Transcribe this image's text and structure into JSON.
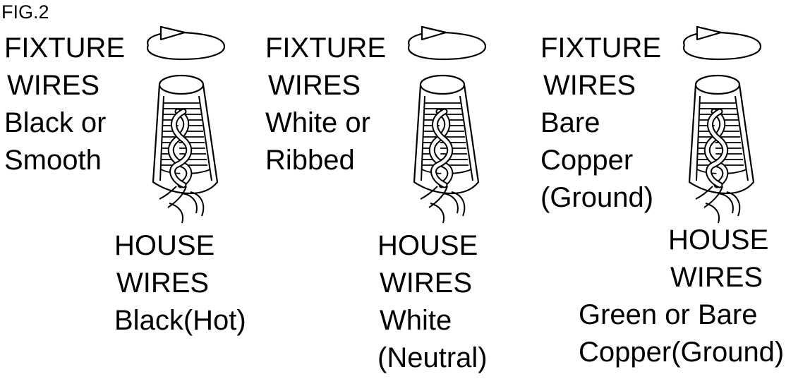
{
  "figure": {
    "title": "FIG.2",
    "panels": [
      {
        "fixture_lines": [
          "FIXTURE",
          "WIRES",
          "Black or",
          "Smooth"
        ],
        "house_lines": [
          "HOUSE",
          "WIRES",
          "Black(Hot)"
        ]
      },
      {
        "fixture_lines": [
          "FIXTURE",
          "WIRES",
          "White or",
          "Ribbed"
        ],
        "house_lines": [
          "HOUSE",
          "WIRES",
          "White",
          "(Neutral)"
        ]
      },
      {
        "fixture_lines": [
          "FIXTURE",
          "WIRES",
          "Bare",
          "Copper",
          "(Ground)"
        ],
        "house_lines": [
          "HOUSE",
          "WIRES",
          "Green or  Bare",
          "Copper(Ground)"
        ]
      }
    ]
  }
}
